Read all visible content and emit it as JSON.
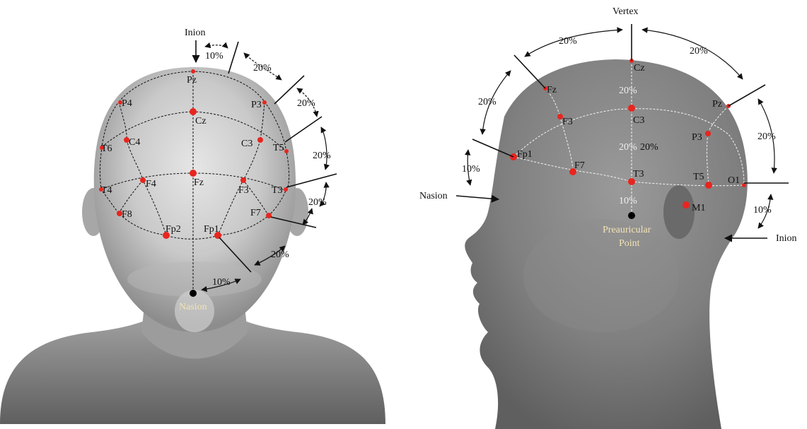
{
  "front_view": {
    "landmarks": {
      "inion": "Inion",
      "nasion": "Nasion"
    },
    "electrodes": {
      "pz": "Pz",
      "p4": "P4",
      "p3": "P3",
      "cz": "Cz",
      "c4": "C4",
      "c3": "C3",
      "t6": "T6",
      "t5": "T5",
      "fz": "Fz",
      "f4": "F4",
      "f3": "F3",
      "t4": "T4",
      "t3": "T3",
      "f8": "F8",
      "f7": "F7",
      "fp2": "Fp2",
      "fp1": "Fp1"
    },
    "percentages": [
      "10%",
      "20%",
      "20%",
      "20%",
      "20%",
      "20%",
      "10%"
    ]
  },
  "side_view": {
    "landmarks": {
      "vertex": "Vertex",
      "nasion": "Nasion",
      "inion": "Inion",
      "preauricular_1": "Preauricular",
      "preauricular_2": "Point"
    },
    "electrodes": {
      "cz": "Cz",
      "fz": "Fz",
      "pz": "Pz",
      "f3": "F3",
      "c3": "C3",
      "p3": "P3",
      "fp1": "Fp1",
      "f7": "F7",
      "t3": "T3",
      "t5": "T5",
      "o1": "O1",
      "m1": "M1"
    },
    "outer_percentages": [
      "20%",
      "20%",
      "20%",
      "20%",
      "20%",
      "10%",
      "10%"
    ],
    "inner_percentages": [
      "20%",
      "20%",
      "10%"
    ]
  },
  "colors": {
    "electrode": "#e8251f",
    "head_light": "#d9d9d9",
    "head_dark": "#6f6f6f",
    "accent_label": "#f3e3b5"
  }
}
